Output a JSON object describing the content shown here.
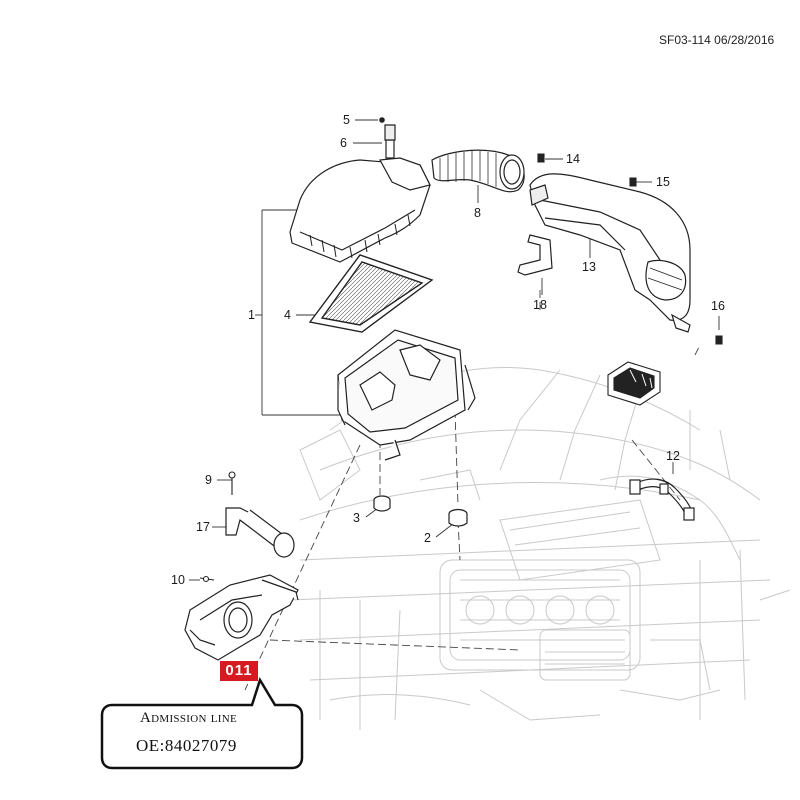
{
  "header": {
    "ref": "SF03-114 06/28/2016"
  },
  "callouts": [
    {
      "label": "1"
    },
    {
      "label": "2"
    },
    {
      "label": "3"
    },
    {
      "label": "4"
    },
    {
      "label": "5"
    },
    {
      "label": "6"
    },
    {
      "label": "8"
    },
    {
      "label": "9"
    },
    {
      "label": "10"
    },
    {
      "label": "12"
    },
    {
      "label": "13"
    },
    {
      "label": "14"
    },
    {
      "label": "15"
    },
    {
      "label": "16"
    },
    {
      "label": "17"
    },
    {
      "label": "18"
    }
  ],
  "highlight": {
    "code": "011",
    "color": "#d71920"
  },
  "info_box": {
    "title": "Admission line",
    "oe": "OE:84027079"
  }
}
